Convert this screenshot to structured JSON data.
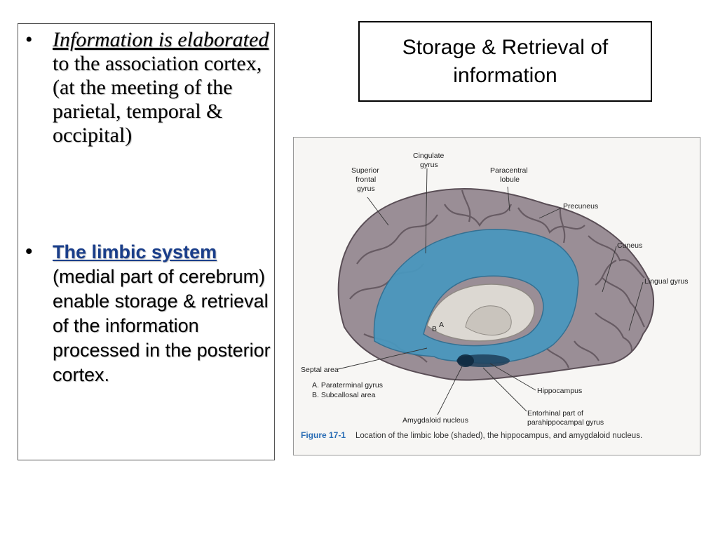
{
  "left_panel": {
    "bullet1": {
      "marker": "•",
      "emphasis": "Information is elaborated ",
      "text": "to the association cortex, (at the meeting of the  parietal, temporal & occipital)"
    },
    "bullet2": {
      "marker": "•",
      "keyword": "The limbic system",
      "text": " (medial part of cerebrum) enable storage & retrieval of the information processed in the posterior cortex."
    }
  },
  "title": "Storage & Retrieval of\ninformation",
  "figure": {
    "labels": {
      "cingulate_1": "Cingulate",
      "cingulate_2": "gyrus",
      "superior_1": "Superior",
      "superior_2": "frontal",
      "superior_3": "gyrus",
      "paracentral_1": "Paracentral",
      "paracentral_2": "lobule",
      "precuneus": "Precuneus",
      "cuneus": "Cuneus",
      "lingual": "Lingual gyrus",
      "septal": "Septal area",
      "paraterminal": "A. Paraterminal gyrus",
      "subcallosal": "B. Subcallosal area",
      "hippocampus": "Hippocampus",
      "entorhinal_1": "Entorhinal part of",
      "entorhinal_2": "parahippocampal gyrus",
      "amygdaloid": "Amygdaloid nucleus",
      "mark_a": "A",
      "mark_b": "B"
    },
    "caption_number": "Figure 17-1",
    "caption_text": "Location of the limbic lobe (shaded), the hippocampus, and amygdaloid nucleus.",
    "colors": {
      "limbic": "#4a97bd",
      "brain": "#9a8e96",
      "brain_dark": "#6e6068",
      "callosum": "#dcd8d2"
    }
  }
}
